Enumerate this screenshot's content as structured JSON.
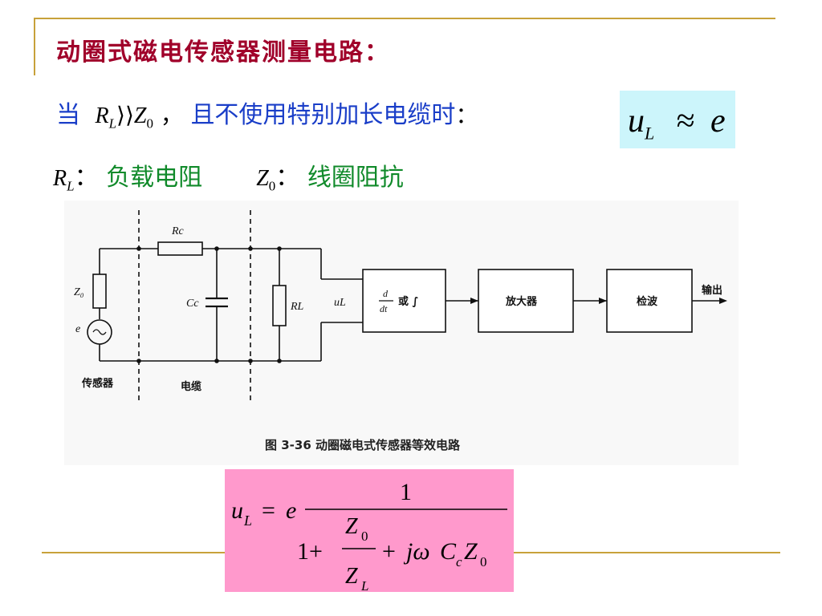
{
  "slide": {
    "title": "动圈式磁电传感器测量电路：",
    "condition": {
      "prefix": "当",
      "R": "R",
      "R_sub": "L",
      "gg": "⟩⟩",
      "Z": "Z",
      "Z_sub": "0",
      "comma": "，",
      "text": "且不使用特别加长电缆时",
      "colon": "："
    },
    "approx": {
      "u": "u",
      "u_sub": "L",
      "op": "≈",
      "e": "e"
    },
    "definitions": {
      "r_sym": "R",
      "r_sub": "L",
      "r_colon": "：",
      "r_desc": "负载电阻",
      "z_sym": "Z",
      "z_sub": "0",
      "z_colon": "：",
      "z_desc": "线圈阻抗"
    }
  },
  "figure": {
    "caption": "图 3-36   动圈磁电式传感器等效电路",
    "labels": {
      "z0": "Z₀",
      "e": "e",
      "rc": "Rc",
      "cc": "Cc",
      "rl": "RL",
      "ul": "uL",
      "d": "d",
      "dt": "dt",
      "or_int": "或 ∫",
      "amp": "放大器",
      "det": "检波",
      "out": "输出",
      "sensor": "传感器",
      "cable": "电缆"
    },
    "colors": {
      "line": "#111111",
      "block_fill": "#ffffff"
    }
  },
  "formula": {
    "lhs_u": "u",
    "lhs_sub": "L",
    "eq": "=",
    "e": "e",
    "numerator": "1",
    "one_plus": "1+",
    "z0": "Z",
    "z0_sub": "0",
    "zl": "Z",
    "zl_sub": "L",
    "plus": "+",
    "j_omega": "jω",
    "c": "C",
    "c_sub": "c",
    "z0b": "Z",
    "z0b_sub": "0"
  },
  "theme": {
    "rule_color": "#c8a13a",
    "title_color": "#a0002a",
    "blue_text": "#1a3ec8",
    "green_text": "#108a2a",
    "result_bg": "#ccf5fb",
    "formula_bg": "#ff99cc"
  }
}
